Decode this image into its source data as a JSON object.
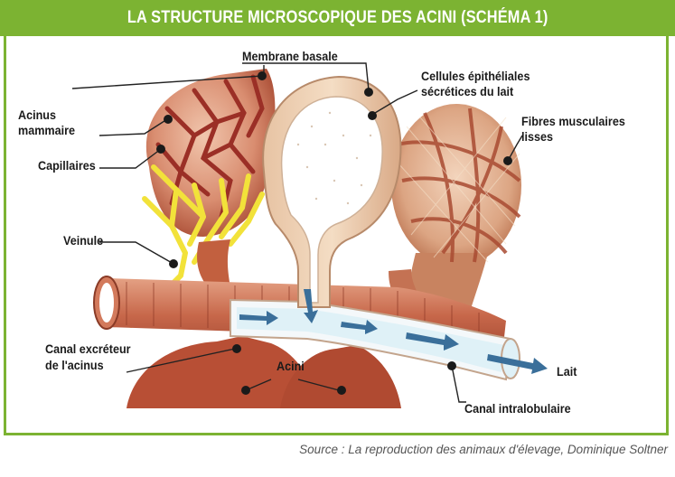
{
  "title": "LA STRUCTURE MICROSCOPIQUE DES ACINI (SCHÉMA 1)",
  "labels": {
    "membrane": "Membrane basale",
    "cellules_1": "Cellules épithéliales",
    "cellules_2": "sécrétices du lait",
    "acinus_1": "Acinus",
    "acinus_2": "mammaire",
    "fibres_1": "Fibres musculaires",
    "fibres_2": "lisses",
    "capillaires": "Capillaires",
    "veinule": "Veinule",
    "canal_exc_1": "Canal excréteur",
    "canal_exc_2": "de l'acinus",
    "acini": "Acini",
    "lait": "Lait",
    "canal_intra": "Canal intralobulaire"
  },
  "source": "Source : La reproduction des animaux d'élevage, Dominique Soltner",
  "colors": {
    "header": "#7cb332",
    "tissue": "#c0583c",
    "capillary": "#f2e23a",
    "lumen": "#dff1f7",
    "flow_arrow": "#3a6f9a"
  }
}
